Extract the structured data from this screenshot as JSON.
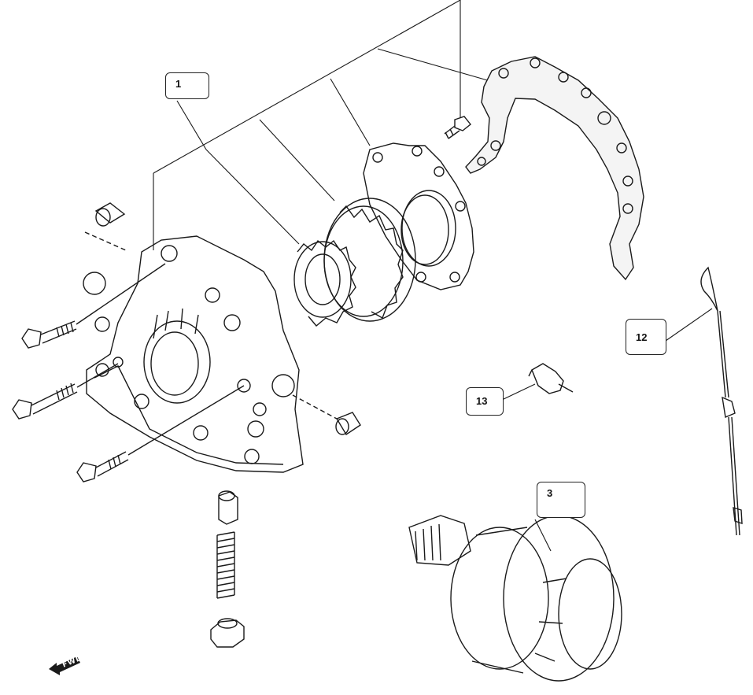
{
  "callouts": [
    {
      "id": "part-1",
      "label": "1"
    },
    {
      "id": "part-3",
      "label": "3"
    },
    {
      "id": "part-12",
      "label": "12"
    },
    {
      "id": "part-13",
      "label": "13"
    }
  ],
  "direction_marker": {
    "text": "FWD",
    "icon": "arrow-left-icon"
  },
  "colors": {
    "ink": "#1a1a1a",
    "paper": "#ffffff",
    "gasket_fill": "#f4f4f4"
  }
}
